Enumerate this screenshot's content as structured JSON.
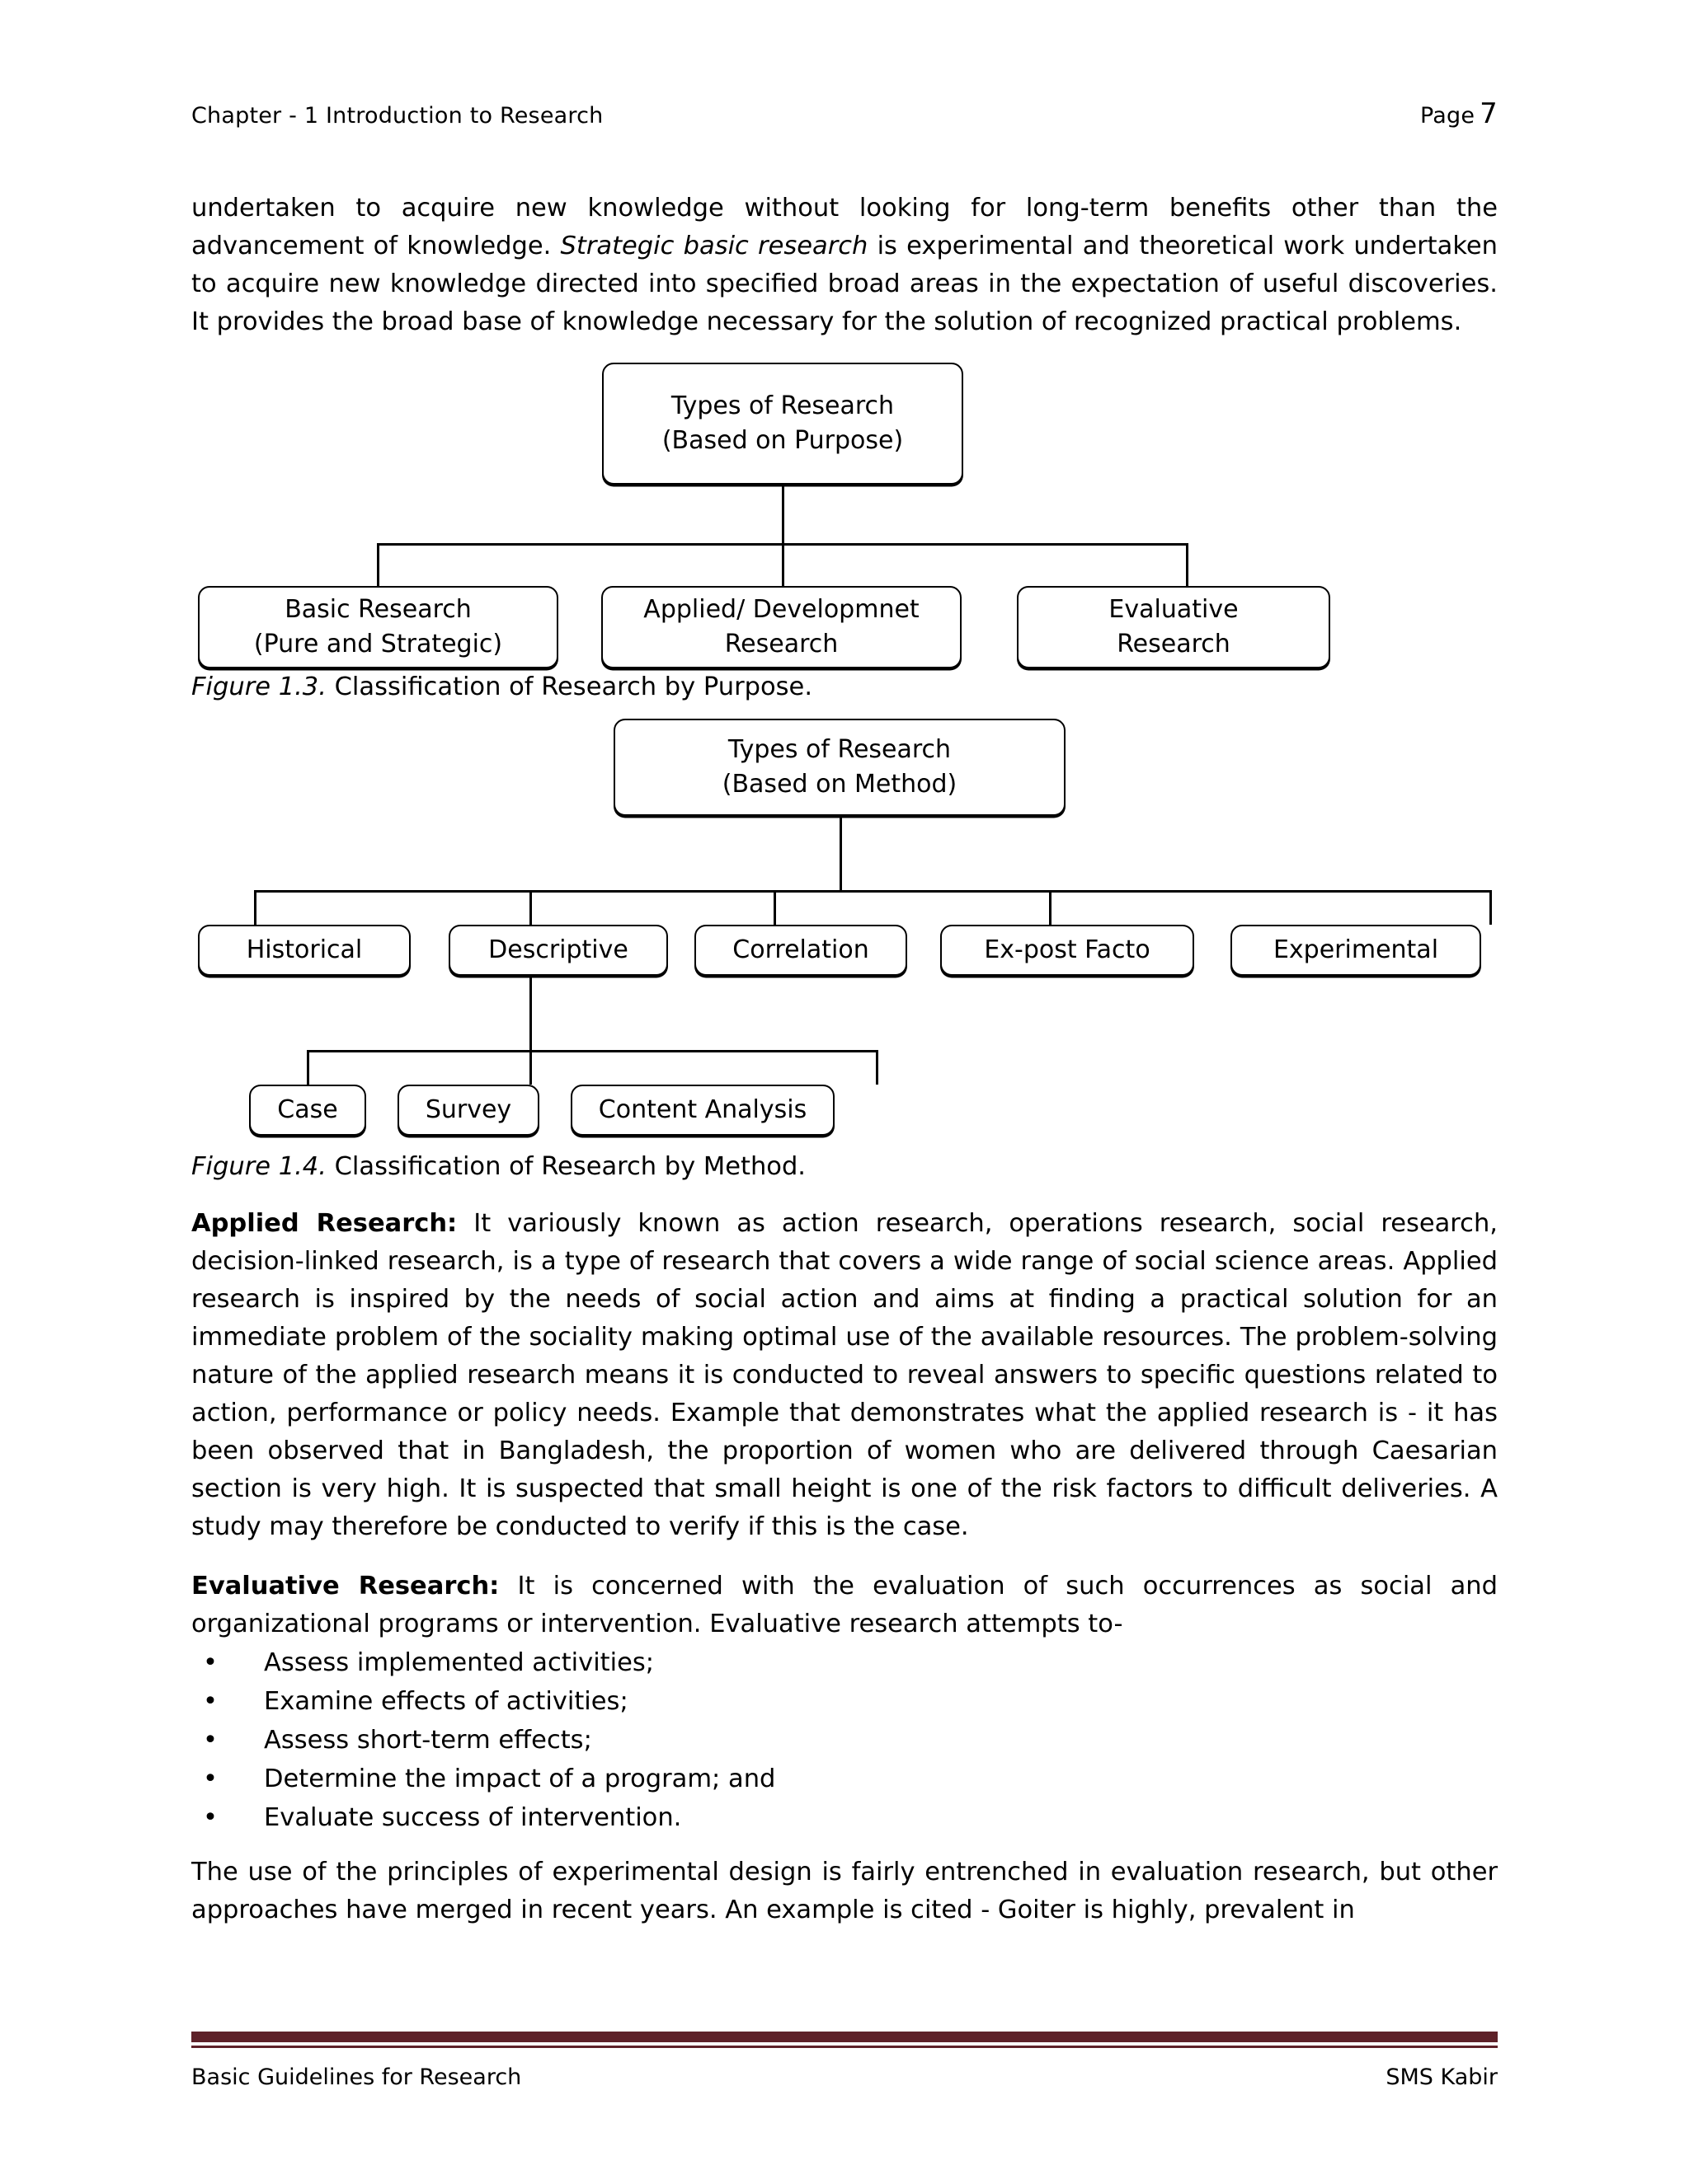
{
  "header": {
    "chapter": "Chapter - 1 Introduction to Research",
    "page_label": "Page",
    "page_number": "7"
  },
  "body": {
    "intro_part1": "undertaken to acquire new knowledge without looking for long-term benefits other than the advancement of knowledge. ",
    "intro_italic": "Strategic basic research",
    "intro_part2": " is experimental and theoretical work undertaken to acquire new knowledge directed into specified broad areas in the expectation of useful discoveries. It provides the broad base of knowledge necessary for the solution of recognized practical problems.",
    "applied_heading": "Applied Research:",
    "applied_text": " It variously known as action research, operations research, social research, decision-linked research, is a type of research that covers a wide range of social science areas. Applied research is inspired by the needs of social action and aims at finding a practical solution for an immediate problem of the sociality making optimal use of the available resources. The problem-solving nature of the applied research means it is conducted to reveal answers to specific questions related to action, performance or policy needs. Example that demonstrates what the applied research is - it has been observed that in Bangladesh, the proportion of women who are delivered through Caesarian section is very high. It is suspected that small height is one of the risk factors to difficult deliveries. A study may therefore be conducted to verify if this is the case.",
    "evaluative_heading": "Evaluative Research:",
    "evaluative_text": " It is concerned with the evaluation of such occurrences as social and organizational programs or intervention. Evaluative research attempts to-",
    "bullet_marker": "•",
    "bullets": [
      "Assess implemented activities;",
      "Examine effects of activities;",
      "Assess short-term effects;",
      "Determine the impact of a program; and",
      "Evaluate success of intervention."
    ],
    "closing_text": "The use of the principles of experimental design is fairly entrenched in evaluation research, but other approaches have merged in recent years. An example is cited - Goiter is highly, prevalent in"
  },
  "figure1_3": {
    "caption_italic": "Figure 1.3.",
    "caption_rest": " Classification of Research by Purpose.",
    "root": {
      "line1": "Types of Research",
      "line2": "(Based on Purpose)"
    },
    "children": [
      {
        "line1": "Basic Research",
        "line2": "(Pure and Strategic)"
      },
      {
        "line1": "Applied/ Developmnet",
        "line2": "Research"
      },
      {
        "line1": "Evaluative",
        "line2": "Research"
      }
    ]
  },
  "figure1_4": {
    "caption_italic": "Figure 1.4.",
    "caption_rest": " Classification of Research by Method.",
    "root": {
      "line1": "Types of Research",
      "line2": "(Based on Method)"
    },
    "methods": [
      {
        "line1": "Historical"
      },
      {
        "line1": "Descriptive"
      },
      {
        "line1": "Correlation"
      },
      {
        "line1": "Ex-post Facto"
      },
      {
        "line1": "Experimental"
      }
    ],
    "descriptive_children": [
      {
        "line1": "Case"
      },
      {
        "line1": "Survey"
      },
      {
        "line1": "Content Analysis"
      }
    ]
  },
  "footer": {
    "left": "Basic Guidelines for Research",
    "right": "SMS Kabir",
    "rule_color": "#5e2129"
  }
}
